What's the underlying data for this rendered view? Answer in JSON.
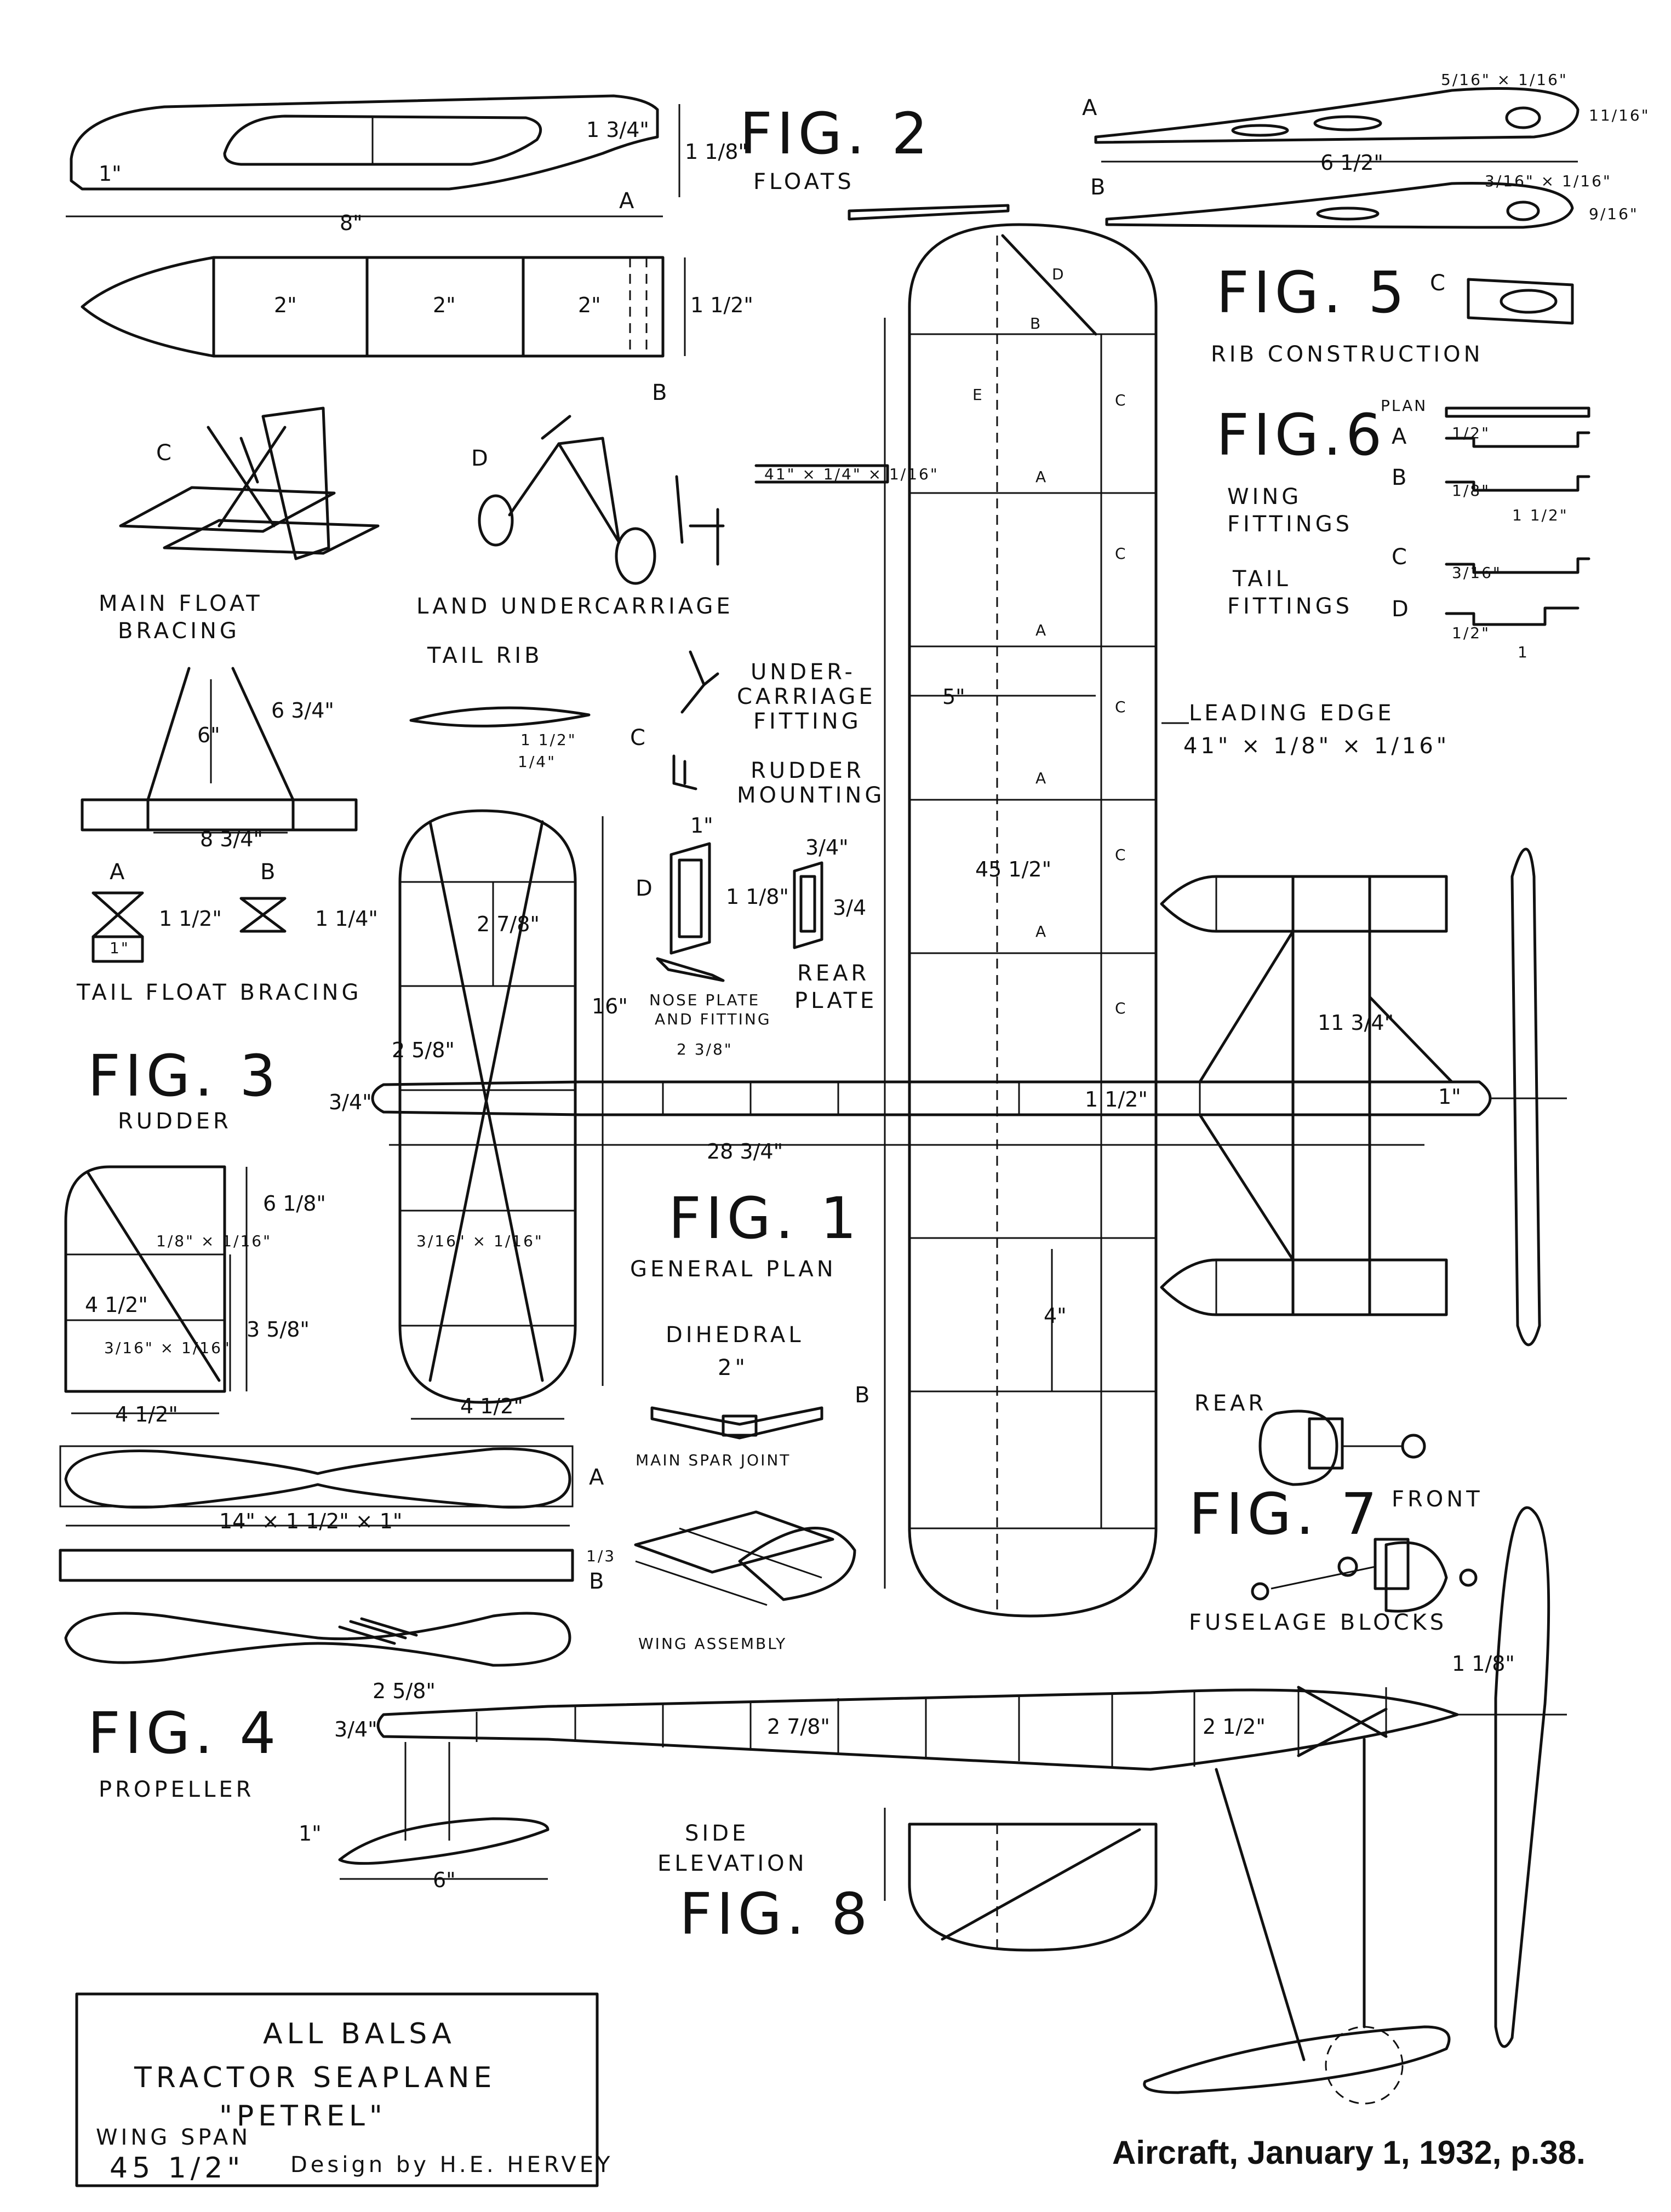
{
  "figures": {
    "fig1": {
      "label": "FIG. 1",
      "caption": "GENERAL PLAN"
    },
    "fig2": {
      "label": "FIG. 2",
      "caption": "FLOATS"
    },
    "fig3": {
      "label": "FIG. 3",
      "caption": "RUDDER"
    },
    "fig4": {
      "label": "FIG. 4",
      "caption": "PROPELLER"
    },
    "fig5": {
      "label": "FIG. 5",
      "caption": "RIB CONSTRUCTION"
    },
    "fig6": {
      "label": "FIG.6",
      "caption1": "WING",
      "caption2": "FITTINGS",
      "caption3": "TAIL",
      "caption4": "FITTINGS",
      "plan": "PLAN"
    },
    "fig7": {
      "label": "FIG. 7",
      "caption": "FUSELAGE BLOCKS",
      "rear": "REAR",
      "front": "FRONT"
    },
    "fig8": {
      "label": "FIG. 8",
      "caption1": "SIDE",
      "caption2": "ELEVATION"
    }
  },
  "labels": {
    "main_float_bracing_1": "MAIN FLOAT",
    "main_float_bracing_2": "BRACING",
    "land_undercarriage": "LAND UNDERCARRIAGE",
    "tail_rib": "TAIL RIB",
    "undercarriage_fitting_1": "UNDER-",
    "undercarriage_fitting_2": "CARRIAGE",
    "undercarriage_fitting_3": "FITTING",
    "rudder_mounting_1": "RUDDER",
    "rudder_mounting_2": "MOUNTING",
    "nose_plate_1": "NOSE PLATE",
    "nose_plate_2": "AND FITTING",
    "rear_plate_1": "REAR",
    "rear_plate_2": "PLATE",
    "tail_float_bracing": "TAIL FLOAT BRACING",
    "leading_edge_1": "LEADING EDGE",
    "leading_edge_2": "41\" × 1/8\" × 1/16\"",
    "dihedral_1": "DIHEDRAL",
    "dihedral_2": "2\"",
    "main_spar_joint": "MAIN SPAR JOINT",
    "wing_assembly": "WING ASSEMBLY"
  },
  "letters": {
    "a": "A",
    "b": "B",
    "c": "C",
    "d": "D",
    "e": "E"
  },
  "dimensions": {
    "float_len": "8\"",
    "float_h": "1 1/8\"",
    "float_13_4": "1 3/4\"",
    "float_1": "1\"",
    "float_seg": "2\"",
    "float_w": "1 1/2\"",
    "brace_6": "6\"",
    "brace_634": "6 3/4\"",
    "brace_834": "8 3/4\"",
    "tfb_a": "1 1/2\"",
    "tfb_b": "1 1/4\"",
    "tfb_1": "1\"",
    "tailrib_1": "1 1/2\"",
    "tailrib_2": "1/4\"",
    "nose_1": "1\"",
    "nose_2": "1 1/8\"",
    "rear_1": "3/4\"",
    "rear_2": "3/4",
    "tail_span": "16\"",
    "tail_278": "2 7/8\"",
    "tail_258": "2 5/8\"",
    "tail_316": "3/16\" × 1/16\"",
    "tail_412": "4 1/2\"",
    "tail_278b": "2 3/8\"",
    "fus_34": "3/4\"",
    "fus_2834": "28 3/4\"",
    "fus_112": "1 1/2\"",
    "fus_1": "1\"",
    "spar": "41\" × 1/4\" × 1/16\"",
    "chord": "5\"",
    "span": "45 1/2\"",
    "float_1134": "11 3/4\"",
    "wing_4": "4\"",
    "rud_618": "6 1/8\"",
    "rud_358": "3 5/8\"",
    "rud_412": "4 1/2\"",
    "rud_412b": "4 1/2\"",
    "rud_a": "1/8\" × 1/16\"",
    "rud_b": "3/16\" × 1/16\"",
    "prop": "14\" × 1 1/2\" × 1\"",
    "prop_b": "1/3",
    "rib_a": "6 1/2\"",
    "rib_top": "5/16\" × 1/16\"",
    "rib_b": "3/16\" × 1/16\"",
    "rib_h1": "11/16\"",
    "rib_h2": "9/16\"",
    "f6_a": "1/2\"",
    "f6_b": "1/8\"",
    "f6_b2": "1 1/2\"",
    "f6_c": "3/16\"",
    "f6_d": "1/2\"",
    "f6_d2": "1",
    "side_258": "2 5/8\"",
    "side_278": "2 7/8\"",
    "side_212": "2 1/2\"",
    "side_118": "1 1/8\"",
    "side_34": "3/4\"",
    "side_6": "6\"",
    "side_1": "1\""
  },
  "title_block": {
    "line1": "ALL BALSA",
    "line2": "TRACTOR SEAPLANE",
    "line3": "\"PETREL\"",
    "wing_span_label": "WING SPAN",
    "wing_span_value": "45 1/2\"",
    "designer": "Design by H.E. HERVEY"
  },
  "citation": "Aircraft, January 1, 1932, p.38."
}
